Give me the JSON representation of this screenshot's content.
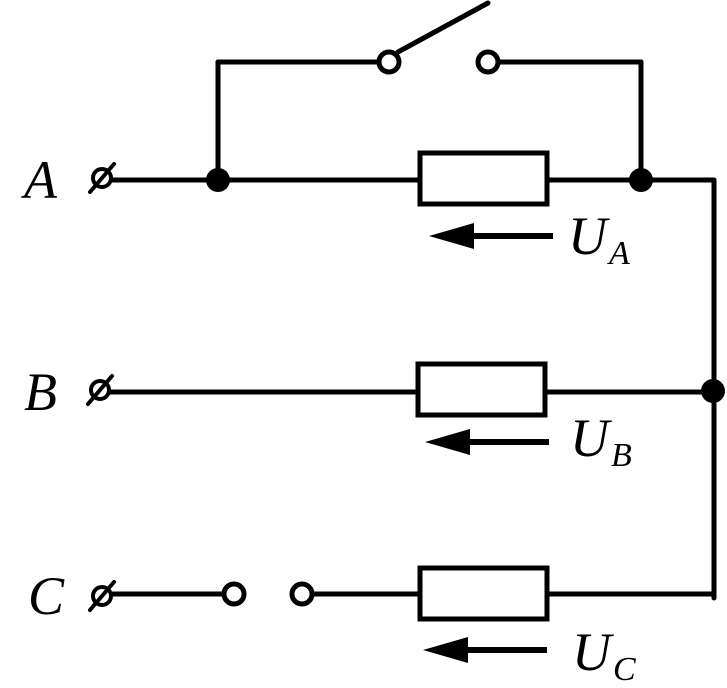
{
  "terminals": {
    "a": {
      "label": "A"
    },
    "b": {
      "label": "B"
    },
    "c": {
      "label": "C"
    }
  },
  "voltages": {
    "a": {
      "symbol": "U",
      "subscript": "A"
    },
    "b": {
      "symbol": "U",
      "subscript": "B"
    },
    "c": {
      "symbol": "U",
      "subscript": "C"
    }
  },
  "switches": {
    "bypass_switch_a": {
      "state": "open"
    },
    "line_switch_c": {
      "state": "open"
    }
  },
  "colors": {
    "stroke": "#000000",
    "background": "#ffffff"
  }
}
